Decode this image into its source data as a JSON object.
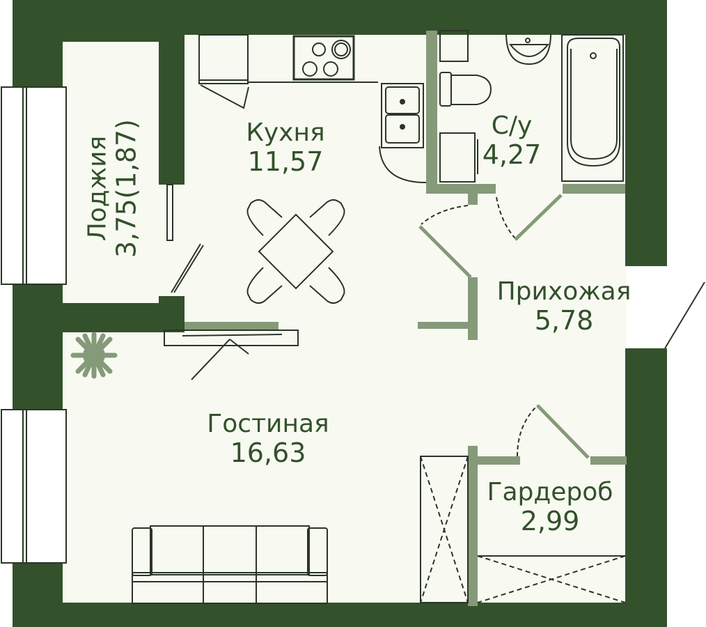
{
  "colors": {
    "wall_outer": "#33512b",
    "wall_inner": "#859a79",
    "floor": "#f8faf2",
    "window_fill": "#ffffff",
    "line": "#2a3527",
    "text": "#33512b"
  },
  "rooms": [
    {
      "id": "loggia",
      "name": "Лоджия",
      "area": "3,75(1,87)"
    },
    {
      "id": "kitchen",
      "name": "Кухня",
      "area": "11,57"
    },
    {
      "id": "bathroom",
      "name": "С/у",
      "area": "4,27"
    },
    {
      "id": "hallway",
      "name": "Прихожая",
      "area": "5,78"
    },
    {
      "id": "living_room",
      "name": "Гостиная",
      "area": "16,63"
    },
    {
      "id": "wardrobe",
      "name": "Гардероб",
      "area": "2,99"
    }
  ],
  "furniture_icons": [
    "stove-icon",
    "sink-icon",
    "dining-table-icon",
    "toilet-icon",
    "washbasin-icon",
    "bathtub-icon",
    "washing-machine-icon",
    "tv-stand-icon",
    "sofa-icon",
    "plant-icon",
    "fridge-icon"
  ]
}
